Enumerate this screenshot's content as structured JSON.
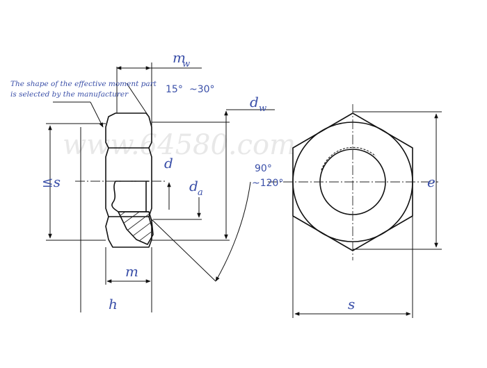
{
  "watermark": "www.64580.com",
  "note": {
    "line1": "The shape of the effective moment part",
    "line2": "is selected by the manufacturer"
  },
  "angles": {
    "top_a": "15°",
    "top_b": "~30°",
    "mid_a": "90°",
    "mid_b": "~120°"
  },
  "labels": {
    "m_w": "m",
    "m_w_sub": "w",
    "d_w": "d",
    "d_w_sub": "w",
    "d": "d",
    "d_a": "d",
    "d_a_sub": "a",
    "s_left": "≤s",
    "m": "m",
    "h": "h",
    "e": "e",
    "s_bottom": "s"
  }
}
